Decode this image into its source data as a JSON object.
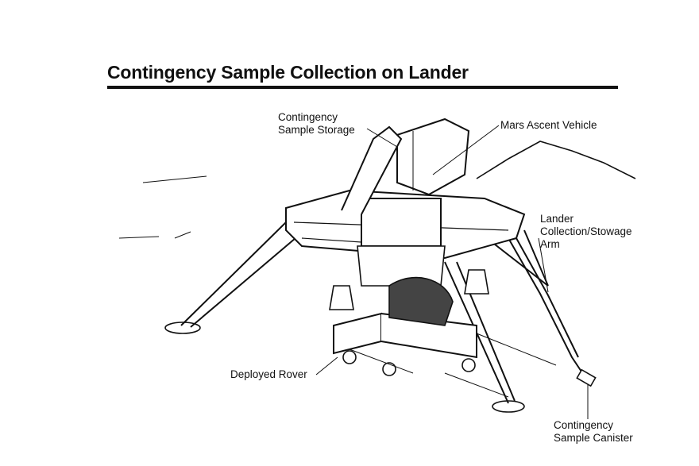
{
  "title": "Contingency Sample Collection on Lander",
  "labels": {
    "storage": [
      "Contingency",
      "Sample Storage"
    ],
    "ascent_vehicle": "Mars Ascent Vehicle",
    "arm": [
      "Lander",
      "Collection/Stowage",
      "Arm"
    ],
    "rover": "Deployed Rover",
    "canister": [
      "Contingency",
      "Sample Canister"
    ]
  }
}
